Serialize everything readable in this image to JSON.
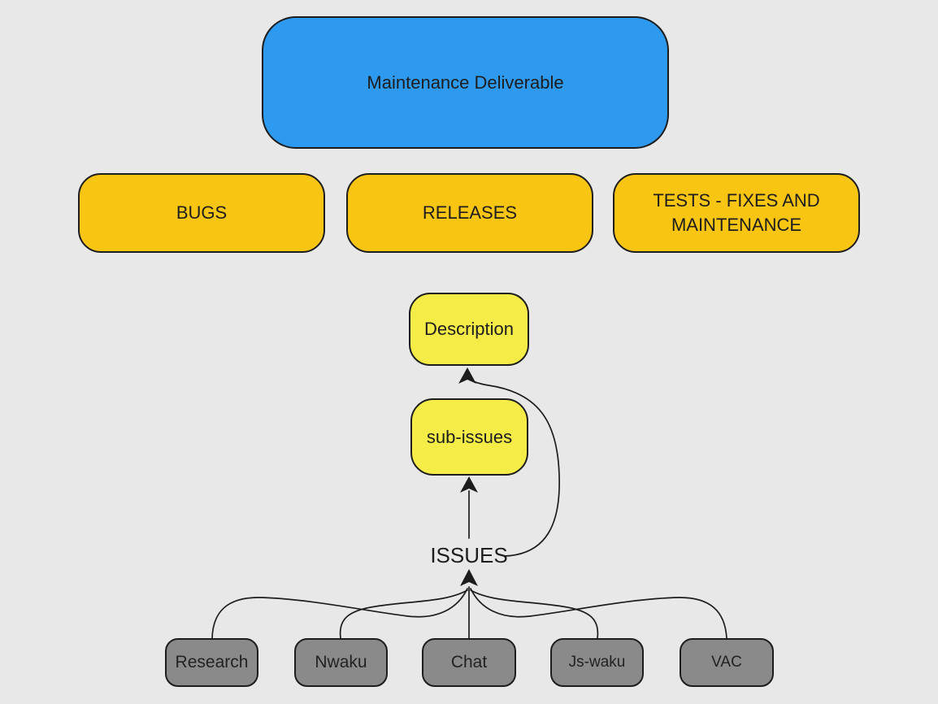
{
  "diagram": {
    "background_color": "#e8e8e8",
    "line_color": "#1d1d1d",
    "nodes": {
      "root": {
        "label": "Maintenance Deliverable",
        "color": "#2e9aef"
      },
      "bugs": {
        "label": "BUGS",
        "color": "#f9c513"
      },
      "releases": {
        "label": "RELEASES",
        "color": "#f9c513"
      },
      "tests": {
        "label": "TESTS - FIXES AND MAINTENANCE",
        "color": "#f9c513"
      },
      "description": {
        "label": "Description",
        "color": "#f5ec48"
      },
      "sub_issues": {
        "label": "sub-issues",
        "color": "#f5ec48"
      },
      "issues": {
        "label": "ISSUES"
      },
      "research": {
        "label": "Research",
        "color": "#8a8a8a"
      },
      "nwaku": {
        "label": "Nwaku",
        "color": "#8a8a8a"
      },
      "chat": {
        "label": "Chat",
        "color": "#8a8a8a"
      },
      "js_waku": {
        "label": "Js-waku",
        "color": "#8a8a8a"
      },
      "vac": {
        "label": "VAC",
        "color": "#8a8a8a"
      }
    },
    "edges": [
      {
        "from": "ISSUES",
        "to": "sub-issues",
        "style": "straight-arrow"
      },
      {
        "from": "ISSUES",
        "to": "Description",
        "style": "curved-arrow"
      },
      {
        "from": "Research",
        "to": "ISSUES",
        "style": "curve"
      },
      {
        "from": "Nwaku",
        "to": "ISSUES",
        "style": "curve"
      },
      {
        "from": "Chat",
        "to": "ISSUES",
        "style": "straight"
      },
      {
        "from": "Js-waku",
        "to": "ISSUES",
        "style": "curve"
      },
      {
        "from": "VAC",
        "to": "ISSUES",
        "style": "curve"
      }
    ]
  }
}
